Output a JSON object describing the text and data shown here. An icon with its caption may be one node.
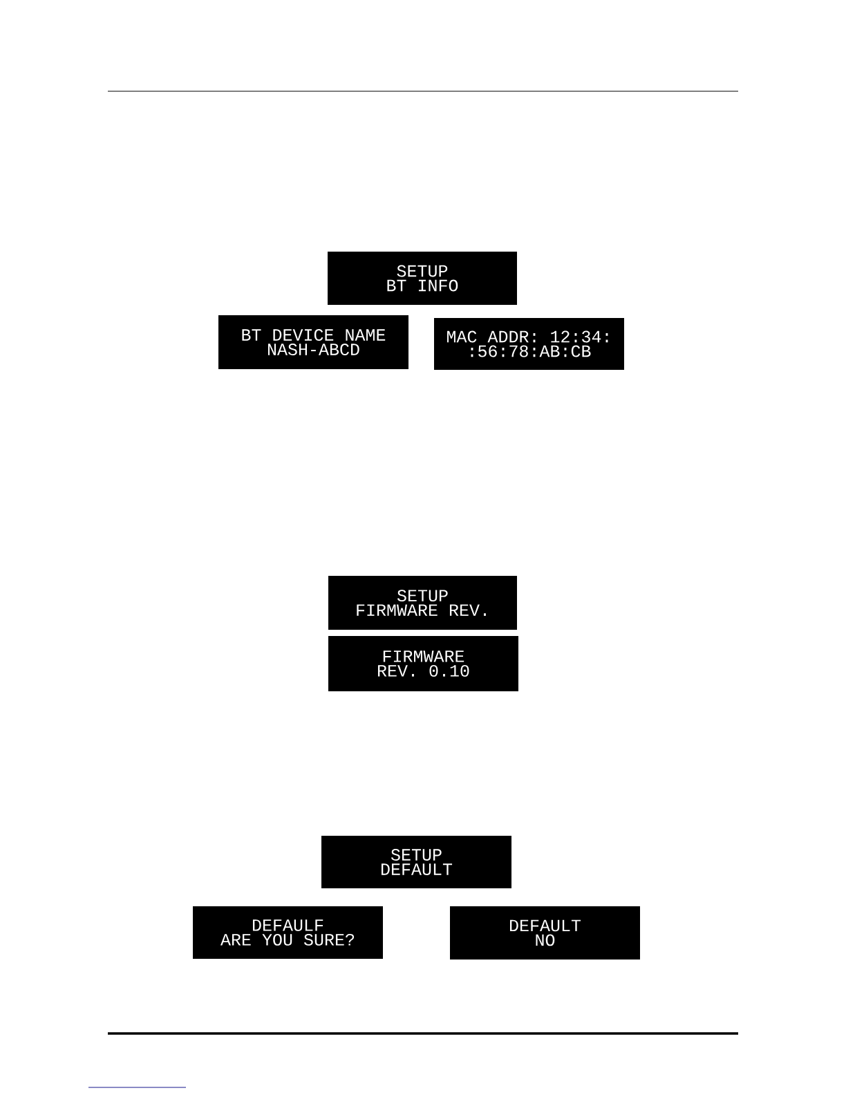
{
  "diagram": {
    "nodes": [
      {
        "text": [
          "SETUP",
          "BT INFO"
        ]
      },
      {
        "text": [
          "BT DEVICE NAME",
          "NASH-ABCD"
        ]
      },
      {
        "text": [
          "MAC ADDR: 12:34:",
          ":56:78:AB:CB"
        ]
      },
      {
        "text": [
          "SETUP",
          "FIRMWARE REV."
        ]
      },
      {
        "text": [
          "FIRMWARE",
          "REV.   0.10"
        ]
      },
      {
        "text": [
          "SETUP",
          "DEFAULT"
        ]
      },
      {
        "text": [
          "DEFAULF",
          "ARE YOU SURE?"
        ]
      },
      {
        "text": [
          "DEFAULT",
          "NO"
        ]
      }
    ]
  }
}
